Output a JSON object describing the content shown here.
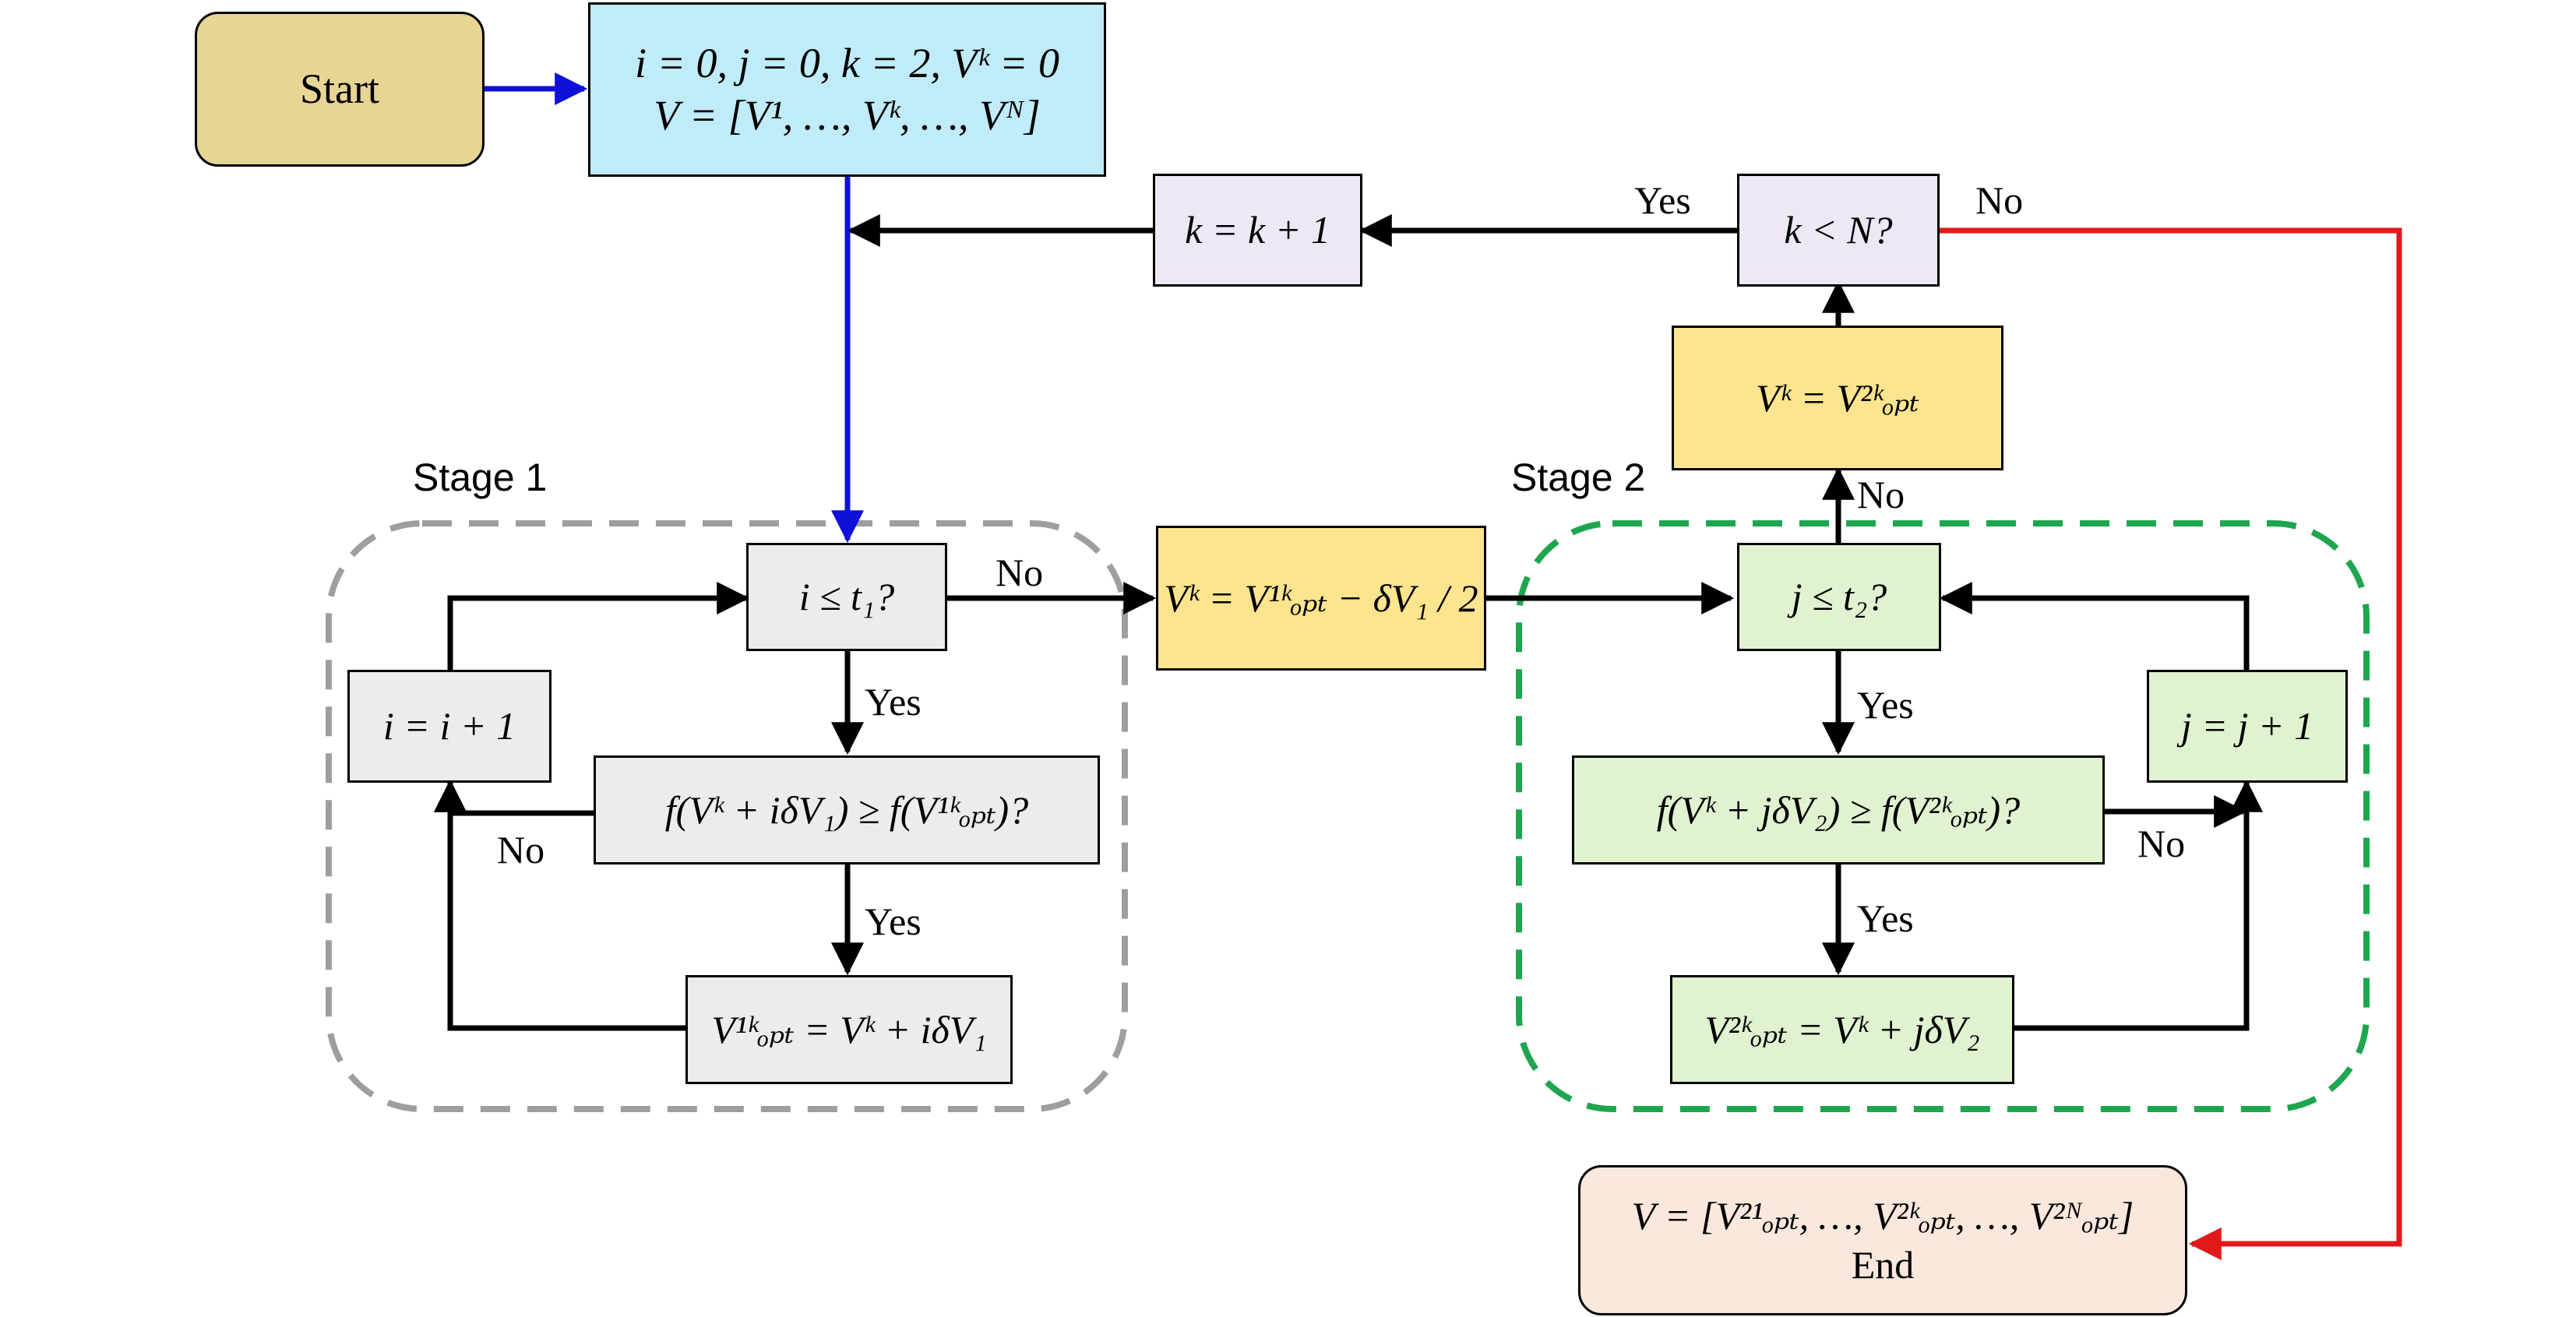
{
  "colors": {
    "start_fill": "#e6d594",
    "init_fill": "#c0ebf8",
    "purple_fill": "#ede8f4",
    "gray_fill": "#ececec",
    "yellow_fill": "#fde48e",
    "green_fill": "#e0f2cf",
    "end_fill": "#fbe8dd",
    "stage1_border": "#9e9e9e",
    "stage2_border": "#1ea64f",
    "blue_arrow": "#1010d8",
    "red_arrow": "#e01a1a",
    "black_arrow": "#000000"
  },
  "nodes": {
    "start": "Start",
    "init_line1": "i = 0, j = 0, k = 2, Vᵏ = 0",
    "init_line2": "V = [V¹, …, Vᵏ, …, Vᴺ]",
    "k_increment": "k = k + 1",
    "k_check": "k < N?",
    "vk_stage2": "Vᵏ = V²ᵏₒₚₜ",
    "i_check": "i ≤ t₁?",
    "i_increment": "i = i + 1",
    "f_stage1": "f(Vᵏ + iδV₁) ≥ f(V¹ᵏₒₚₜ)?",
    "vopt_stage1": "V¹ᵏₒₚₜ = Vᵏ + iδV₁",
    "vk_stage1": "Vᵏ = V¹ᵏₒₚₜ − δV₁ / 2",
    "j_check": "j ≤ t₂?",
    "j_increment": "j = j + 1",
    "f_stage2": "f(Vᵏ + jδV₂) ≥ f(V²ᵏₒₚₜ)?",
    "vopt_stage2": "V²ᵏₒₚₜ = Vᵏ + jδV₂",
    "end_line1": "V = [V²¹ₒₚₜ, …, V²ᵏₒₚₜ, …, V²ᴺₒₚₜ]",
    "end_line2": "End"
  },
  "stages": {
    "stage1": "Stage 1",
    "stage2": "Stage 2"
  },
  "edge_labels": {
    "k_yes": "Yes",
    "k_no": "No",
    "i_no": "No",
    "i_yes": "Yes",
    "f1_no": "No",
    "f1_yes": "Yes",
    "j_no": "No",
    "j_yes": "Yes",
    "f2_no": "No",
    "f2_yes": "Yes"
  }
}
